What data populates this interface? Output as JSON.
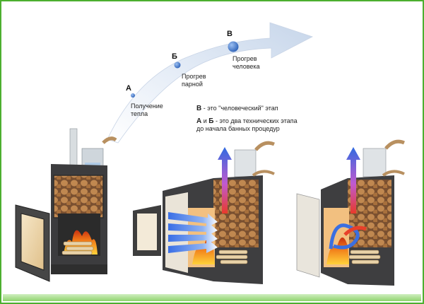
{
  "stages": [
    {
      "letter": "А",
      "caption_line1": "Получение",
      "caption_line2": "тепла"
    },
    {
      "letter": "Б",
      "caption_line1": "Прогрев",
      "caption_line2": "парной"
    },
    {
      "letter": "В",
      "caption_line1": "Прогрев",
      "caption_line2": "человека"
    }
  ],
  "notes": {
    "line1_letter": "В",
    "line1_text": " - это \"человеческий\" этап",
    "line2_letter_a": "А",
    "line2_and": " и ",
    "line2_letter_b": "Б",
    "line2_text": " - это два технических этапа",
    "line3_text": "до начала банных процедур"
  },
  "colors": {
    "frame": "#4caf2f",
    "arrow_fill": "#d9e4f2",
    "stage_dot": "#4a7fd0",
    "heat_arrow": "#3b6fe0",
    "hot_air": "#e8402a",
    "stone": "#b07a44",
    "stove_body": "#4a4a4a",
    "fire": "#f08a1c"
  }
}
